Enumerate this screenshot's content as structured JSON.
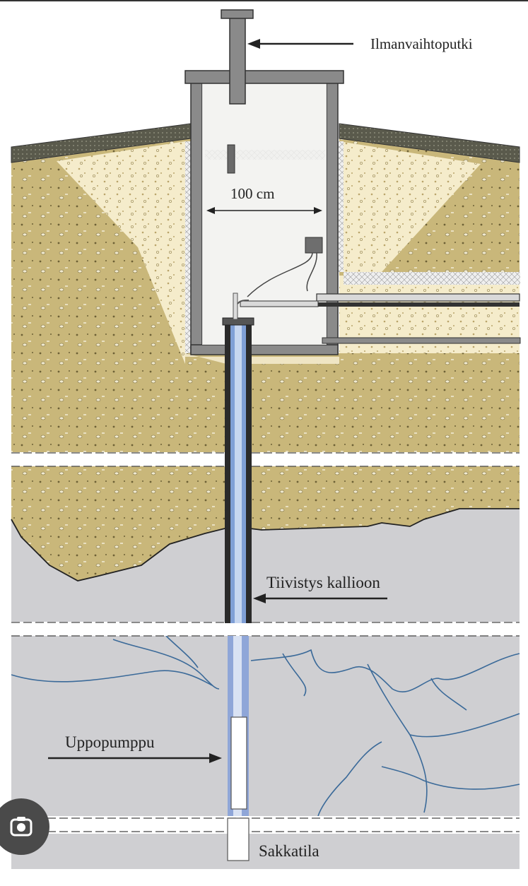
{
  "labels": {
    "vent_pipe": "Ilmanvaihtoputki",
    "width": "100 cm",
    "seal": "Tiivistys kallioon",
    "pump": "Uppopumppu",
    "sediment": "Sakkatila"
  },
  "overlay": {
    "lens_icon": "camera-lens-icon"
  },
  "colors": {
    "soil": "#c9b77a",
    "fill": "#f5eccb",
    "rock": "#cfcfd2",
    "crack": "#3b6a99",
    "well_wall": "#8a8a8a",
    "insulation": "#e9e9e9"
  }
}
